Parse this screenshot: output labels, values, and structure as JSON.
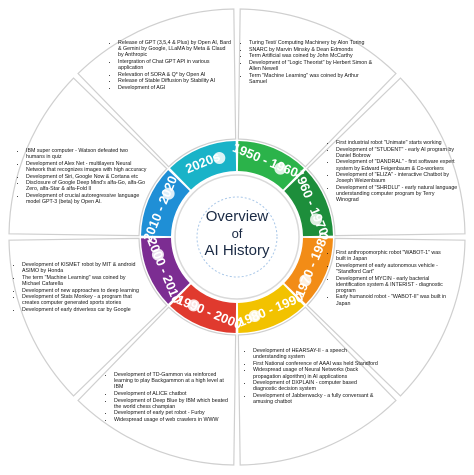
{
  "center": {
    "line1": "Overview",
    "line2": "of",
    "line3": "AI History"
  },
  "eras": [
    {
      "label": "1950 - 1960",
      "color": "#2bb34a"
    },
    {
      "label": "1960 - 1970",
      "color": "#1d8e3b"
    },
    {
      "label": "1970 - 1980",
      "color": "#f28c16"
    },
    {
      "label": "1980 - 1990",
      "color": "#f2c200"
    },
    {
      "label": "1990 - 2000",
      "color": "#e03a2e"
    },
    {
      "label": "2000 - 2010",
      "color": "#7c2d92"
    },
    {
      "label": "2010 - 2020",
      "color": "#1f8fd6"
    },
    {
      "label": "2020s",
      "color": "#19b3c8"
    }
  ],
  "panels": {
    "p1950": [
      "Turing Test/ Computing Machinery by Alon Turing",
      "SNARC by Marvin Minsky & Dean Edmonds",
      "Term Artificial was coined by John McCarthy",
      "Development of \"Logic Theorist\" by Herbert Simon & Allen Newell",
      "Term \"Machine Learning\" was coined by Arthur Samuel"
    ],
    "p1960": [
      "First industrial robot \"Unimate\" starts working",
      "Development of \"STUDENT\" - early AI program by Daniel Bobrow",
      "Development of \"DANDRAL\" - first software expert system by Edward Feigenbaum & Co-workers",
      "Development of \"ELIZA\" - interactive Chatbot by Joseph Weizenbaum",
      "Development of \"SHRDLU\" - early natural language understanding computer program by Terry Winograd"
    ],
    "p1970": [
      "First anthropomorphic robot \"WABOT-1\" was built in Japan",
      "Development of early autonomous vehicle - \"Standford Cart\"",
      "Development of MYCIN - early bacterial identification system & INTERIST - diagnostic program",
      "Early humanoid robot - \"WABOT-II\" was built in Japan"
    ],
    "p1980": [
      "Development of HEARSAY-II - a speech understanding system",
      "First National conference of AAAI was held Standford",
      "Widespread usage of Neural Networks (back propagation algorithm) in AI applications",
      "Development of DXPLAIN - computer based diagnostic decision system",
      "Development of Jabberwacky - a fully conversant & amusing chatbot"
    ],
    "p1990": [
      "Development of TD-Gammon via reinforced learning to play Backgammon at a high level at IBM",
      "Development of ALICE chatbot",
      "Development of Deep Blue by IBM which beated the world chess champian",
      "Development of early pet robot - Furby",
      "Widespread usage of web crawlers in WWW"
    ],
    "p2000": [
      "Development of KISMET robot by MIT & android ASIMO by Honda",
      "The term \"Machine Learning\" was coined by Michael Cafarella",
      "Development of new approaches to deep learning",
      "Development of Stats Monkey - a program that creates computer generated sports stories",
      "Development of early driverless car by Google"
    ],
    "p2010": [
      "IBM super computer - Watson defeated two humans in quiz",
      "Development of Alex Net - multilayers Neural Network that recognizes images with high accuracy",
      "Development of Siri, Google Now & Cortana etc",
      "Disclosure of Google Deep Mind's alfa-Go, alfa-Go Zero, alfa-Star & alfa-Fold II",
      "Development of crucial autoregressive language model GPT-3 (beta) by Open AI."
    ],
    "p2020": [
      "Release of GPT (3,5,4 & Plus) by Open AI, Bard & Gemini by Google, LLaMA by Meta & Claud by Anthropic",
      "Intergration of Chat GPT API in various application",
      "Relevation of SORA & Q* by Open AI",
      "Release of Stable Diffusion by Stability AI",
      "Development of AGI"
    ]
  }
}
